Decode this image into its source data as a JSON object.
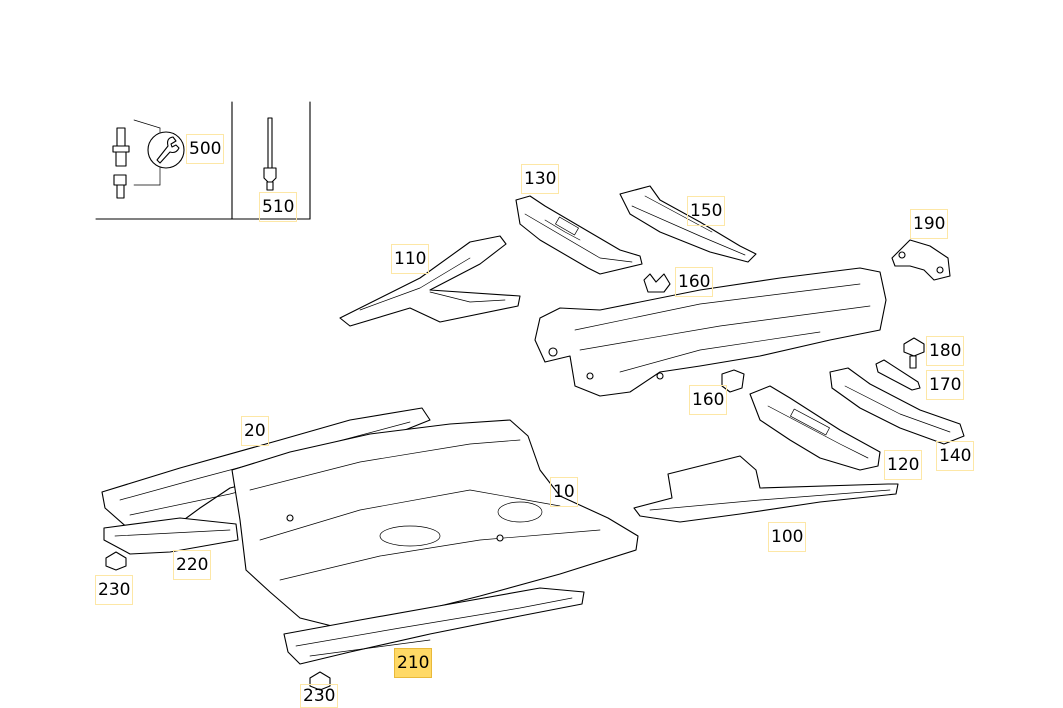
{
  "callouts": [
    {
      "id": "500",
      "text": "500"
    },
    {
      "id": "510",
      "text": "510"
    },
    {
      "id": "130",
      "text": "130"
    },
    {
      "id": "150",
      "text": "150"
    },
    {
      "id": "190",
      "text": "190"
    },
    {
      "id": "110",
      "text": "110"
    },
    {
      "id": "160a",
      "text": "160"
    },
    {
      "id": "180",
      "text": "180"
    },
    {
      "id": "170",
      "text": "170"
    },
    {
      "id": "160b",
      "text": "160"
    },
    {
      "id": "20",
      "text": "20"
    },
    {
      "id": "120",
      "text": "120"
    },
    {
      "id": "140",
      "text": "140"
    },
    {
      "id": "10",
      "text": "10"
    },
    {
      "id": "100",
      "text": "100"
    },
    {
      "id": "220",
      "text": "220"
    },
    {
      "id": "230a",
      "text": "230"
    },
    {
      "id": "210",
      "text": "210"
    },
    {
      "id": "230b",
      "text": "230"
    }
  ],
  "selected_callout": "210",
  "colors": {
    "highlight": "#ffd966",
    "label_border": "#fde7a6",
    "line": "#000000"
  }
}
